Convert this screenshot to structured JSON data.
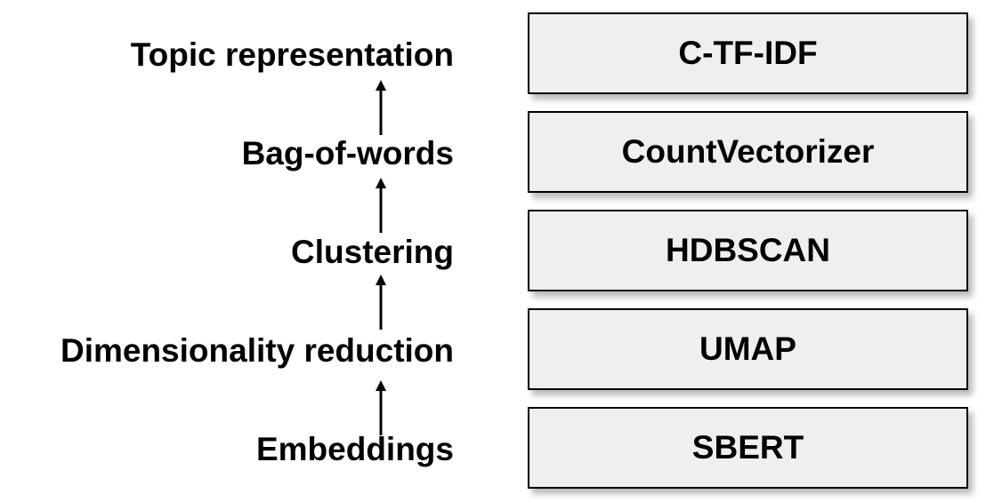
{
  "layers": [
    {
      "label": "Topic representation",
      "component": "C-TF-IDF"
    },
    {
      "label": "Bag-of-words",
      "component": "CountVectorizer"
    },
    {
      "label": "Clustering",
      "component": "HDBSCAN"
    },
    {
      "label": "Dimensionality reduction",
      "component": "UMAP"
    },
    {
      "label": "Embeddings",
      "component": "SBERT"
    }
  ]
}
